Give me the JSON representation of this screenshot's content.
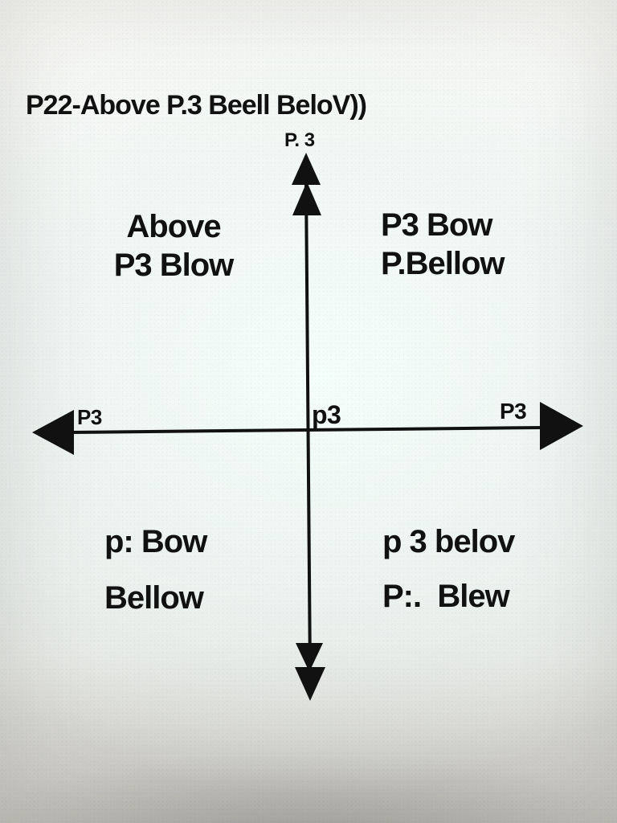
{
  "title": "P22-Above P.3 Beell BeloV))",
  "axes": {
    "top_label": "P. 3",
    "left_label": "P3",
    "center_label": "p3",
    "right_label": "P3"
  },
  "quadrants": {
    "top_left": [
      "Above",
      "P3 Blow"
    ],
    "top_right": [
      "P3 Bow",
      "P.Bellow"
    ],
    "bottom_left": [
      "p: Bow",
      "Bellow"
    ],
    "bottom_right": [
      "p 3 belov",
      "P:.  Blew"
    ]
  },
  "colors": {
    "ink": "#111111",
    "paper": "#eef3f0"
  }
}
